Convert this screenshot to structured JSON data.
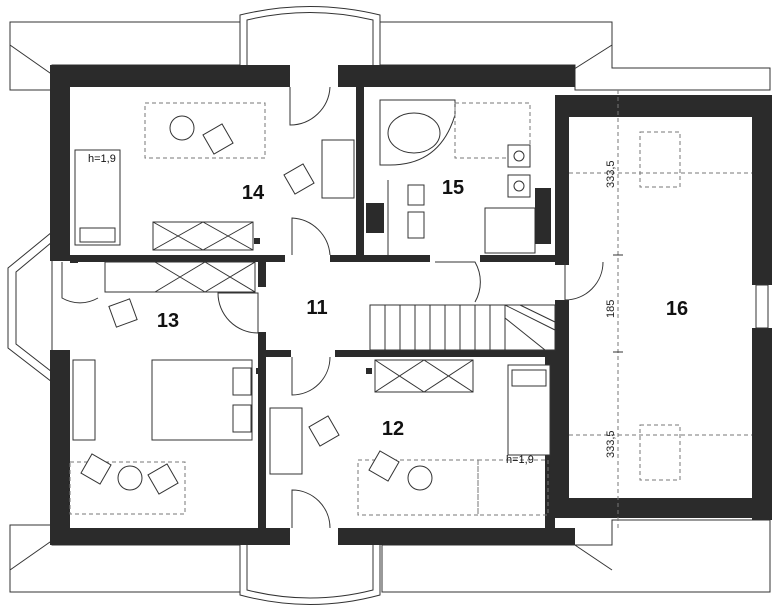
{
  "rooms": [
    {
      "id": "r11",
      "label": "11"
    },
    {
      "id": "r12",
      "label": "12"
    },
    {
      "id": "r13",
      "label": "13"
    },
    {
      "id": "r14",
      "label": "14"
    },
    {
      "id": "r15",
      "label": "15"
    },
    {
      "id": "r16",
      "label": "16"
    }
  ],
  "annotations": {
    "height_14": "h=1,9",
    "height_12": "h=1,9",
    "dim_top": "333,5",
    "dim_mid": "185",
    "dim_bottom": "333,5"
  }
}
